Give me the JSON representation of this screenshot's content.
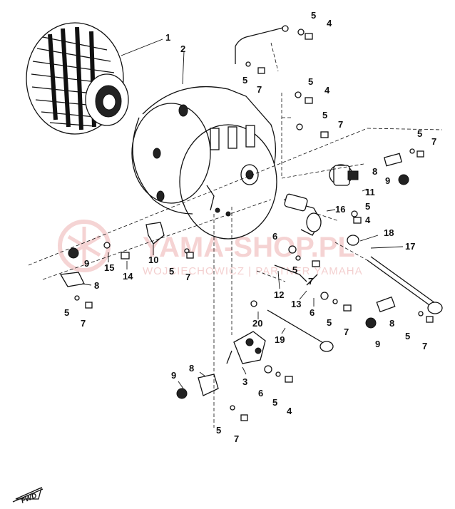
{
  "watermark": {
    "brand": "YAMA-SHOP.PL",
    "sub": "WOJCIECHOWICZ | PARTNER YAMAHA",
    "logo": "yamaha-tuning-fork-logo",
    "color": "#e9a0a0"
  },
  "direction_badge": {
    "label": "FWD"
  },
  "callouts": [
    {
      "id": "c1",
      "label": "1"
    },
    {
      "id": "c2",
      "label": "2"
    },
    {
      "id": "c5a",
      "label": "5"
    },
    {
      "id": "c4a",
      "label": "4"
    },
    {
      "id": "c5b",
      "label": "5"
    },
    {
      "id": "c7a",
      "label": "7"
    },
    {
      "id": "c5c",
      "label": "5"
    },
    {
      "id": "c4b",
      "label": "4"
    },
    {
      "id": "c5d",
      "label": "5"
    },
    {
      "id": "c7b",
      "label": "7"
    },
    {
      "id": "c5e",
      "label": "5"
    },
    {
      "id": "c7c",
      "label": "7"
    },
    {
      "id": "c8a",
      "label": "8"
    },
    {
      "id": "c9a",
      "label": "9"
    },
    {
      "id": "c11",
      "label": "11"
    },
    {
      "id": "c16",
      "label": "16"
    },
    {
      "id": "c5f",
      "label": "5"
    },
    {
      "id": "c4c",
      "label": "4"
    },
    {
      "id": "c18",
      "label": "18"
    },
    {
      "id": "c17",
      "label": "17"
    },
    {
      "id": "c6a",
      "label": "6"
    },
    {
      "id": "c5g",
      "label": "5"
    },
    {
      "id": "c7d",
      "label": "7"
    },
    {
      "id": "c12",
      "label": "12"
    },
    {
      "id": "c13",
      "label": "13"
    },
    {
      "id": "c6b",
      "label": "6"
    },
    {
      "id": "c5h",
      "label": "5"
    },
    {
      "id": "c7e",
      "label": "7"
    },
    {
      "id": "c8b",
      "label": "8"
    },
    {
      "id": "c9b",
      "label": "9"
    },
    {
      "id": "c5i",
      "label": "5"
    },
    {
      "id": "c7f",
      "label": "7"
    },
    {
      "id": "c10",
      "label": "10"
    },
    {
      "id": "c5j",
      "label": "5"
    },
    {
      "id": "c7g",
      "label": "7"
    },
    {
      "id": "c9c",
      "label": "9"
    },
    {
      "id": "c15",
      "label": "15"
    },
    {
      "id": "c14",
      "label": "14"
    },
    {
      "id": "c8c",
      "label": "8"
    },
    {
      "id": "c5k",
      "label": "5"
    },
    {
      "id": "c7h",
      "label": "7"
    },
    {
      "id": "c20",
      "label": "20"
    },
    {
      "id": "c19",
      "label": "19"
    },
    {
      "id": "c3",
      "label": "3"
    },
    {
      "id": "c6c",
      "label": "6"
    },
    {
      "id": "c5l",
      "label": "5"
    },
    {
      "id": "c4d",
      "label": "4"
    },
    {
      "id": "c9d",
      "label": "9"
    },
    {
      "id": "c8d",
      "label": "8"
    },
    {
      "id": "c5m",
      "label": "5"
    },
    {
      "id": "c7i",
      "label": "7"
    }
  ]
}
